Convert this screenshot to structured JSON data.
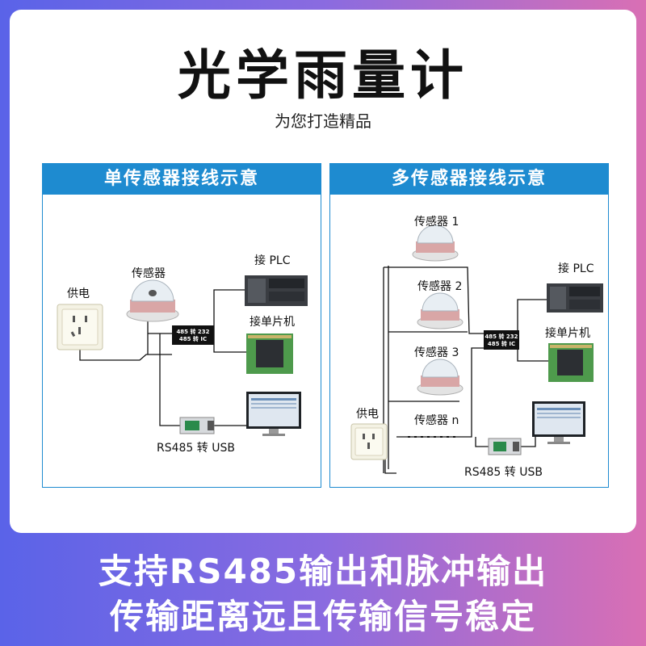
{
  "title": "光学雨量计",
  "subtitle": "为您打造精品",
  "panel_left": {
    "header": "单传感器接线示意",
    "power_label": "供电",
    "sensor_label": "传感器",
    "plc_label": "接 PLC",
    "mcu_label": "接单片机",
    "converter_line1": "485 转 232",
    "converter_line2": "485 转 IC",
    "usb_label": "RS485 转 USB"
  },
  "panel_right": {
    "header": "多传感器接线示意",
    "sensor1_label": "传感器 1",
    "sensor2_label": "传感器 2",
    "sensor3_label": "传感器 3",
    "sensorn_label": "传感器 n",
    "power_label": "供电",
    "plc_label": "接 PLC",
    "mcu_label": "接单片机",
    "converter_line1": "485 转 232",
    "converter_line2": "485 转 IC",
    "usb_label": "RS485 转 USB"
  },
  "footer": {
    "line1": "支持RS485输出和脉冲输出",
    "line2": "传输距离远且传输信号稳定"
  },
  "colors": {
    "accent_blue": "#1e8bd0",
    "gradient_left": "#5a63e8",
    "gradient_right": "#d96fb4"
  }
}
